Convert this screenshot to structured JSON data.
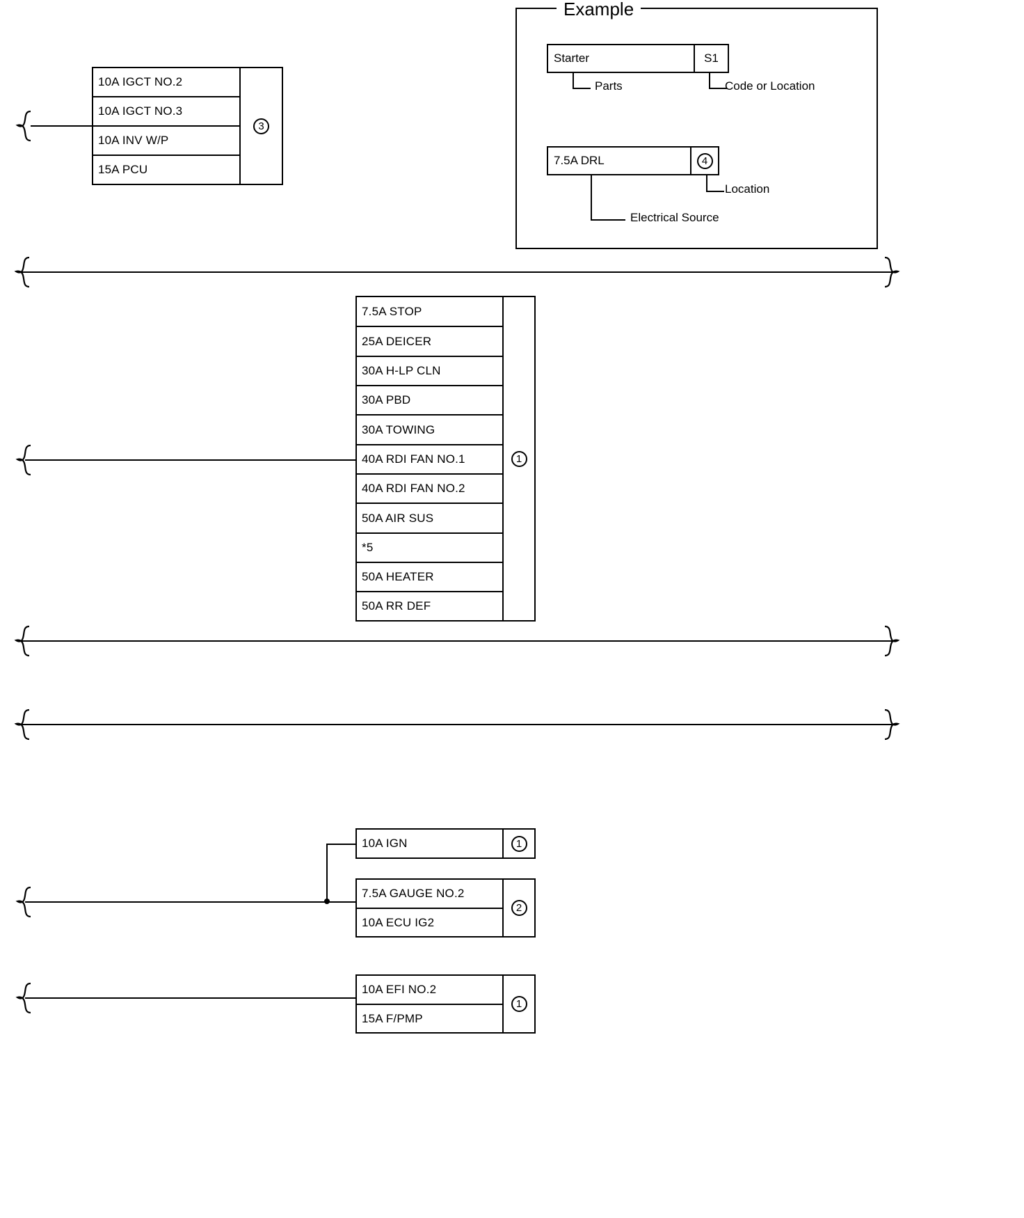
{
  "document": {
    "type": "automotive-wiring-fuse-diagram"
  },
  "example": {
    "title": "Example",
    "row1": {
      "parts": "Starter",
      "code": "S1",
      "callout_parts": "Parts",
      "callout_code": "Code or Location"
    },
    "row2": {
      "source": "7.5A DRL",
      "location_code": "4",
      "callout_source": "Electrical Source",
      "callout_location": "Location"
    }
  },
  "blocks": {
    "igct": {
      "code": "3",
      "rows": [
        {
          "label": "10A IGCT NO.2"
        },
        {
          "label": "10A IGCT NO.3"
        },
        {
          "label": "10A INV W/P"
        },
        {
          "label": "15A PCU"
        }
      ]
    },
    "main": {
      "code": "1",
      "rows": [
        {
          "label": "7.5A STOP"
        },
        {
          "label": "25A DEICER"
        },
        {
          "label": "30A H-LP CLN"
        },
        {
          "label": "30A PBD"
        },
        {
          "label": "30A TOWING"
        },
        {
          "label": "40A RDI FAN NO.1"
        },
        {
          "label": "40A RDI FAN NO.2"
        },
        {
          "label": "50A AIR SUS"
        },
        {
          "label": "*5"
        },
        {
          "label": "50A HEATER"
        },
        {
          "label": "50A RR DEF"
        }
      ]
    },
    "ign": {
      "code": "1",
      "rows": [
        {
          "label": "10A IGN"
        }
      ]
    },
    "gauge": {
      "code": "2",
      "rows": [
        {
          "label": "7.5A GAUGE NO.2"
        },
        {
          "label": "10A ECU IG2"
        }
      ]
    },
    "efi": {
      "code": "1",
      "rows": [
        {
          "label": "10A EFI NO.2"
        },
        {
          "label": "15A F/PMP"
        }
      ]
    }
  }
}
